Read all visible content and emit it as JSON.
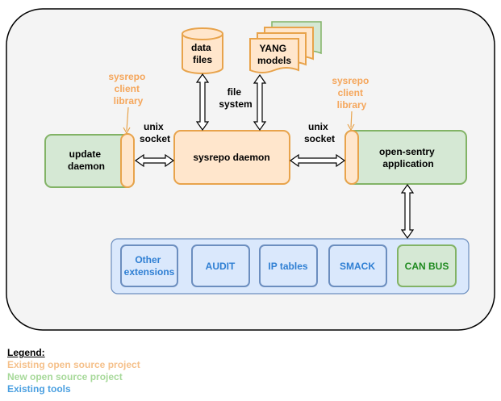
{
  "diagram": {
    "data_files": "data files",
    "yang_models": "YANG models",
    "file_system": "file system",
    "client_library_left": "sysrepo client library",
    "client_library_right": "sysrepo client library",
    "unix_socket_left": "unix socket",
    "unix_socket_right": "unix socket",
    "update_daemon": "update daemon",
    "sysrepo_daemon": "sysrepo daemon",
    "open_sentry": "open-sentry application",
    "tools": {
      "other_extensions": "Other extensions",
      "audit": "AUDIT",
      "ip_tables": "IP tables",
      "smack": "SMACK",
      "can_bus": "CAN BUS"
    }
  },
  "legend": {
    "title": "Legend:",
    "existing": "Existing open source project",
    "new": "New open source project",
    "tools": "Existing tools"
  },
  "colors": {
    "existing": "#e8a34b",
    "new": "#82b366",
    "tools": "#6c8ebf",
    "can_bus_text": "#1f8a1f",
    "tools_text": "#2f7fd3"
  }
}
